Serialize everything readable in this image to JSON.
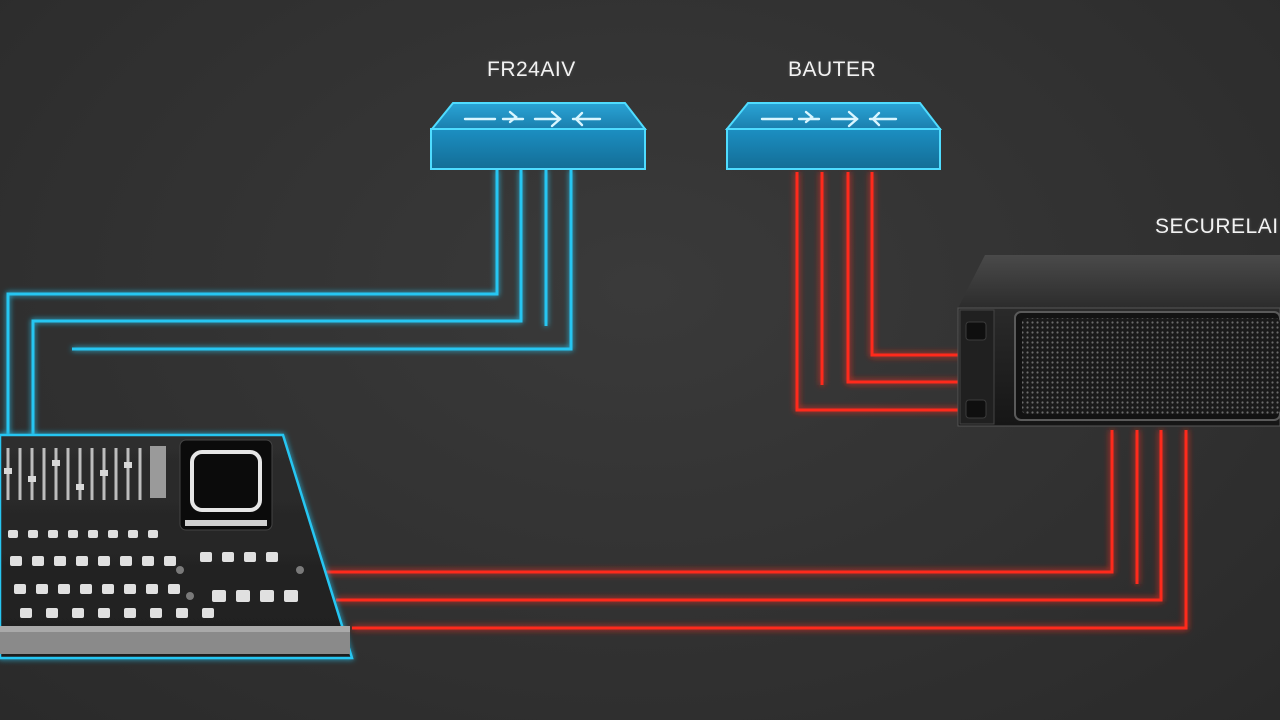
{
  "devices": {
    "primary_switch": {
      "label": "FR24AIV"
    },
    "router": {
      "label": "BAUTER"
    },
    "server": {
      "label": "SECURELAI"
    }
  },
  "colors": {
    "background": "#323232",
    "blue_link": "#27c6f2",
    "red_link": "#ff2a1f",
    "switch_body": "#1b86b3"
  },
  "icons": {
    "switch": "network-switch-icon",
    "rack": "rack-server-icon",
    "console": "mixing-console-icon"
  }
}
